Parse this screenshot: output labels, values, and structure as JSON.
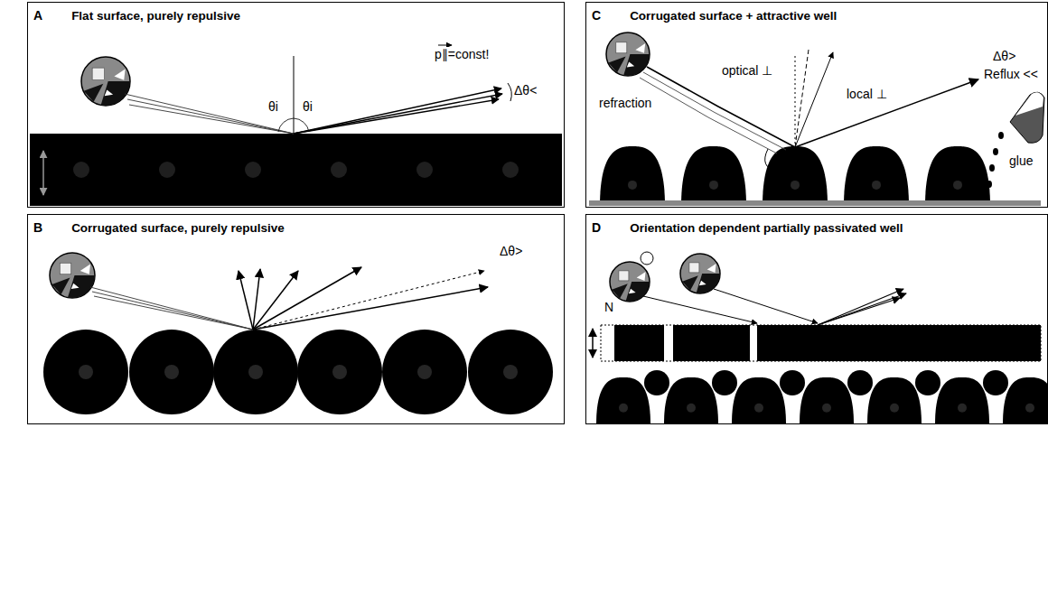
{
  "diagram": {
    "nodes": [
      {
        "text": [
          "A",
          "Flat surface, purely repulsive"
        ]
      },
      {
        "text": [
          "C",
          "Corrugated surface + attractive well"
        ]
      },
      {
        "text": [
          "B",
          "Corrugated surface, purely repulsive"
        ]
      },
      {
        "text": [
          "D",
          "Orientation dependent partially passivated well"
        ]
      }
    ],
    "labels": [
      "θi",
      "θi",
      "p∥=const!",
      "Δθ<",
      "Δθ>",
      "refraction",
      "optical ⊥",
      "local ⊥",
      "Δθ>",
      "Reflux <<",
      "glue",
      "N"
    ]
  }
}
